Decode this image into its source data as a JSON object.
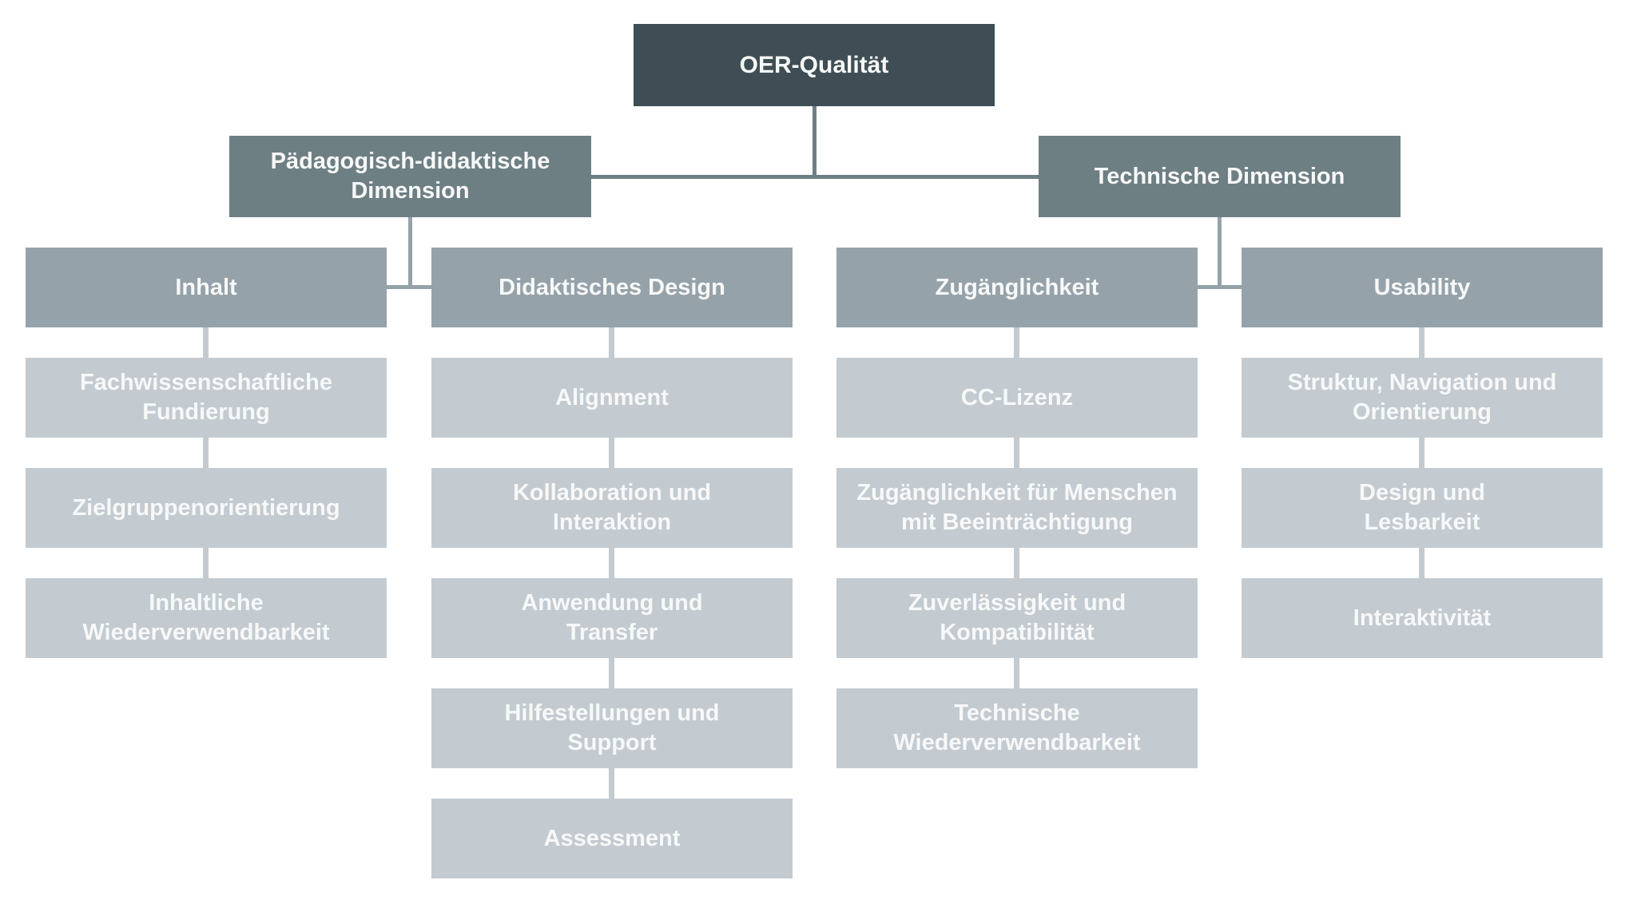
{
  "diagram_title": "OER-Qualität",
  "tree": {
    "root": "OER-Qualität",
    "branches": [
      {
        "dimension": "Pädagogisch-didaktische\nDimension",
        "columns": [
          {
            "header": "Inhalt",
            "items": [
              "Fachwissenschaftliche\nFundierung",
              "Zielgruppenorientierung",
              "Inhaltliche\nWiederverwendbarkeit"
            ]
          },
          {
            "header": "Didaktisches Design",
            "items": [
              "Alignment",
              "Kollaboration und\nInteraktion",
              "Anwendung und\nTransfer",
              "Hilfestellungen und\nSupport",
              "Assessment"
            ]
          }
        ]
      },
      {
        "dimension": "Technische Dimension",
        "columns": [
          {
            "header": "Zugänglichkeit",
            "items": [
              "CC-Lizenz",
              "Zugänglichkeit für Menschen\nmit Beeinträchtigung",
              "Zuverlässigkeit und\nKompatibilität",
              "Technische\nWiederverwendbarkeit"
            ]
          },
          {
            "header": "Usability",
            "items": [
              "Struktur, Navigation und\nOrientierung",
              "Design und\nLesbarkeit",
              "Interaktivität"
            ]
          }
        ]
      }
    ]
  },
  "colors": {
    "root_bg": "#3e4e54",
    "dimension_bg": "#6e7f84",
    "category_bg": "#96a2a9",
    "item_bg": "#c3cbd1",
    "text": "#f7f8f8",
    "background": "#ffffff"
  }
}
